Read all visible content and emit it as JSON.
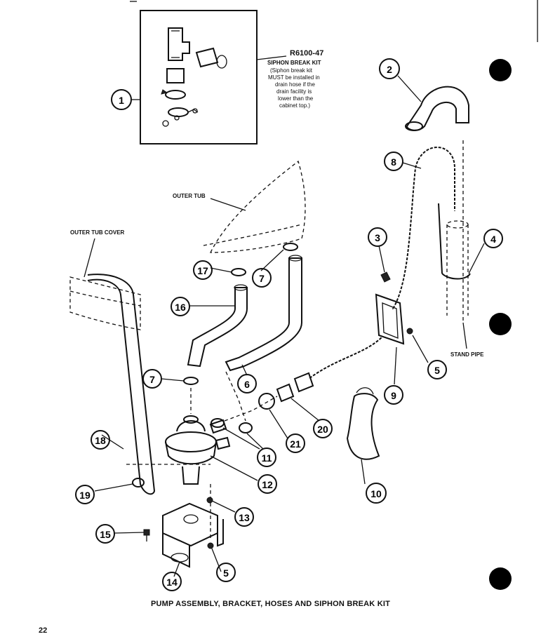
{
  "kit": {
    "part_number": "R6100-47",
    "title": "SIPHON BREAK KIT",
    "note_lines": [
      "(Siphon break kit",
      "MUST be installed in",
      "drain hose if the",
      "drain facility is",
      "lower than the",
      "cabinet top.)"
    ]
  },
  "labels": {
    "outer_tub": "OUTER TUB",
    "outer_tub_cover": "OUTER TUB COVER",
    "stand_pipe": "STAND PIPE"
  },
  "callouts": [
    {
      "id": "c1",
      "num": "1"
    },
    {
      "id": "c2",
      "num": "2"
    },
    {
      "id": "c3",
      "num": "3"
    },
    {
      "id": "c4",
      "num": "4"
    },
    {
      "id": "c5a",
      "num": "5"
    },
    {
      "id": "c5b",
      "num": "5"
    },
    {
      "id": "c6",
      "num": "6"
    },
    {
      "id": "c7a",
      "num": "7"
    },
    {
      "id": "c7b",
      "num": "7"
    },
    {
      "id": "c8",
      "num": "8"
    },
    {
      "id": "c9",
      "num": "9"
    },
    {
      "id": "c10",
      "num": "10"
    },
    {
      "id": "c11",
      "num": "11"
    },
    {
      "id": "c12",
      "num": "12"
    },
    {
      "id": "c13",
      "num": "13"
    },
    {
      "id": "c14",
      "num": "14"
    },
    {
      "id": "c15",
      "num": "15"
    },
    {
      "id": "c16",
      "num": "16"
    },
    {
      "id": "c17",
      "num": "17"
    },
    {
      "id": "c18",
      "num": "18"
    },
    {
      "id": "c19",
      "num": "19"
    },
    {
      "id": "c20",
      "num": "20"
    },
    {
      "id": "c21",
      "num": "21"
    }
  ],
  "caption": "PUMP ASSEMBLY, BRACKET, HOSES AND SIPHON BREAK KIT",
  "page_number": "22"
}
